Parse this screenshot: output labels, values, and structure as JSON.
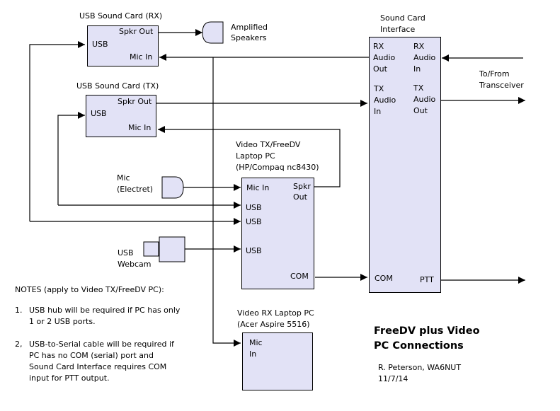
{
  "colors": {
    "box_fill": "#e2e2f6",
    "line": "#000000",
    "background": "#ffffff"
  },
  "rx_card": {
    "title": "USB Sound Card (RX)",
    "spkr_out": "Spkr Out",
    "usb": "USB",
    "mic_in": "Mic In"
  },
  "speakers": {
    "label_line1": "Amplified",
    "label_line2": "Speakers"
  },
  "tx_card": {
    "title": "USB Sound Card (TX)",
    "spkr_out": "Spkr Out",
    "usb": "USB",
    "mic_in": "Mic In"
  },
  "interface": {
    "title_line1": "Sound Card",
    "title_line2": "Interface",
    "rx_out": [
      "RX",
      "Audio",
      "Out"
    ],
    "rx_in": [
      "RX",
      "Audio",
      "In"
    ],
    "tx_in": [
      "TX",
      "Audio",
      "In"
    ],
    "tx_out": [
      "TX",
      "Audio",
      "Out"
    ],
    "com": "COM",
    "ptt": "PTT"
  },
  "transceiver": {
    "label_line1": "To/From",
    "label_line2": "Transceiver"
  },
  "tx_pc": {
    "title_line1": "Video TX/FreeDV",
    "title_line2": "Laptop PC",
    "title_line3": "(HP/Compaq nc8430)",
    "mic_in": "Mic In",
    "spkr": "Spkr",
    "out": "Out",
    "usb1": "USB",
    "usb2": "USB",
    "usb3": "USB",
    "com": "COM"
  },
  "mic": {
    "label_line1": "Mic",
    "label_line2": "(Electret)"
  },
  "webcam": {
    "label_line1": "USB",
    "label_line2": "Webcam"
  },
  "rx_pc": {
    "title_line1": "Video RX Laptop PC",
    "title_line2": "(Acer Aspire 5516)",
    "mic": "Mic",
    "in": "In"
  },
  "notes": {
    "heading": "NOTES (apply to Video TX/FreeDV PC):",
    "items": [
      {
        "num": "1.",
        "lines": [
          "USB hub will be required if PC has only",
          "1 or 2 USB ports."
        ]
      },
      {
        "num": "2,",
        "lines": [
          "USB-to-Serial cable will be required if",
          "PC has no COM (serial) port and",
          "Sound Card Interface requires COM",
          "input for PTT output."
        ]
      }
    ]
  },
  "diagram_title": {
    "line1": "FreeDV plus Video",
    "line2": "PC Connections"
  },
  "author": {
    "line1": "R. Peterson, WA6NUT",
    "line2": "11/7/14"
  }
}
